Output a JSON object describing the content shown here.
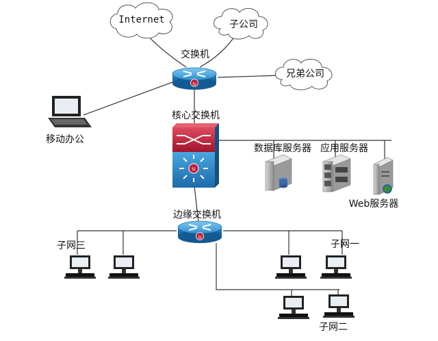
{
  "nodes": {
    "internet": "Internet",
    "subsidiary": "子公司",
    "sibling_company": "兄弟公司",
    "switch": "交换机",
    "mobile_office": "移动办公",
    "core_switch": "核心交换机",
    "db_server": "数据库服务器",
    "app_server": "应用服务器",
    "web_server": "Web服务器",
    "edge_switch": "边缘交换机",
    "subnet3": "子网三",
    "subnet1": "子网一",
    "subnet2": "子网二",
    "si_badge": "Si"
  },
  "colors": {
    "router_blue": "#2a7fc0",
    "router_top": "#5ab4e6",
    "core_red": "#c0203a",
    "core_blue": "#2d86c8",
    "cloud_stroke": "#555555"
  }
}
